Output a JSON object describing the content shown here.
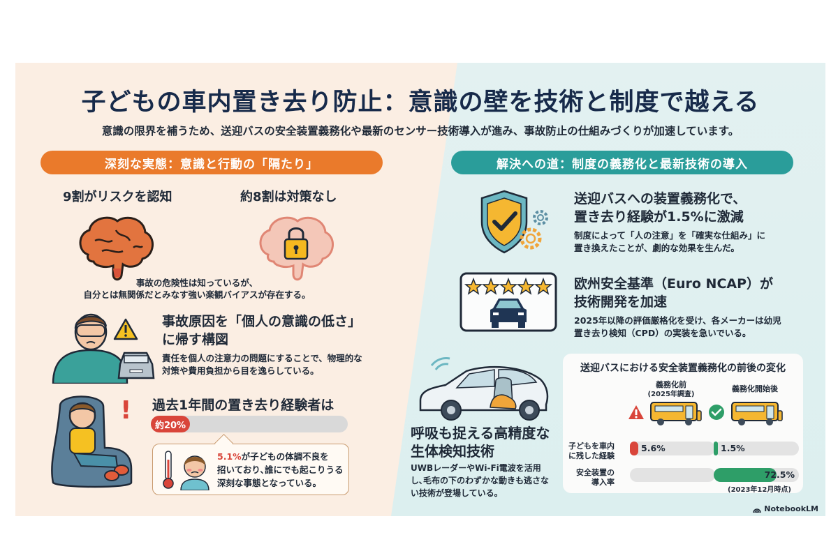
{
  "header": {
    "title": "子どもの車内置き去り防止：意識の壁を技術と制度で越える",
    "subtitle": "意識の限界を補うため、送迎バスの安全装置義務化や最新のセンサー技術導入が進み、事故防止の仕組みづくりが加速しています。"
  },
  "left": {
    "section_title": "深刻な実態：意識と行動の「隔たり」",
    "stat_aware": "9割がリスクを認知",
    "stat_no_action": "約8割は対策なし",
    "bias_text_1": "事故の危険性は知っているが、",
    "bias_text_2": "自分とは無関係だとみなす強い楽観バイアスが存在する。",
    "blame_heading_1": "事故原因を「個人の意識の低さ」",
    "blame_heading_2": "に帰す構図",
    "blame_body_1": "責任を個人の注意力の問題にすることで、物理的な",
    "blame_body_2": "対策や費用負担から目を逸らしている。",
    "experience_heading": "過去1年間の置き去り経験者は",
    "experience_value": "約20%",
    "experience_percent": 20,
    "callout_accent": "5.1%",
    "callout_line_1": "が子どもの体調不良を",
    "callout_line_2": "招いており､誰にでも起こりうる",
    "callout_line_3": "深刻な事態となっている。"
  },
  "right": {
    "section_title": "解決への道：制度の義務化と最新技術の導入",
    "mandate_heading_1": "送迎バスへの装置義務化で、",
    "mandate_heading_2": "置き去り経験が1.5%に激減",
    "mandate_body_1": "制度によって「人の注意」を「確実な仕組み」に",
    "mandate_body_2": "置き換えたことが、劇的な効果を生んだ。",
    "ncap_heading_1": "欧州安全基準（Euro NCAP）が",
    "ncap_heading_2": "技術開発を加速",
    "ncap_body_1": "2025年以降の評価厳格化を受け、各メーカーは幼児",
    "ncap_body_2": "置き去り検知（CPD）の実装を急いでいる。",
    "sensor_heading_1": "呼吸も捉える高精度な",
    "sensor_heading_2": "生体検知技術",
    "sensor_body_1": "UWBレーダーやWi-Fi電波を活用",
    "sensor_body_2": "し､毛布の下のわずかな動きも逃さな",
    "sensor_body_3": "い技術が登場している。"
  },
  "chart_data": {
    "type": "bar",
    "title": "送迎バスにおける安全装置義務化の前後の変化",
    "categories": [
      "子どもを車内に残した経験",
      "安全装置の導入率"
    ],
    "series": [
      {
        "name": "義務化前(2025年調査)",
        "values": [
          5.6,
          null
        ],
        "color": "#d9453a"
      },
      {
        "name": "義務化開始後",
        "values": [
          1.5,
          72.5
        ],
        "color": "#2e9e68"
      }
    ],
    "column_before": "義務化前",
    "column_before_sub": "(2025年調査)",
    "column_after": "義務化開始後",
    "row_1_line_1": "子どもを車内",
    "row_1_line_2": "に残した経験",
    "row_2_line_1": "安全装置の",
    "row_2_line_2": "導入率",
    "before_row_1": "5.6%",
    "after_row_1": "1.5%",
    "after_row_2": "72.5%",
    "footnote": "(2023年12月時点)",
    "ylim": [
      0,
      100
    ]
  },
  "brand": {
    "name": "NotebookLM"
  }
}
